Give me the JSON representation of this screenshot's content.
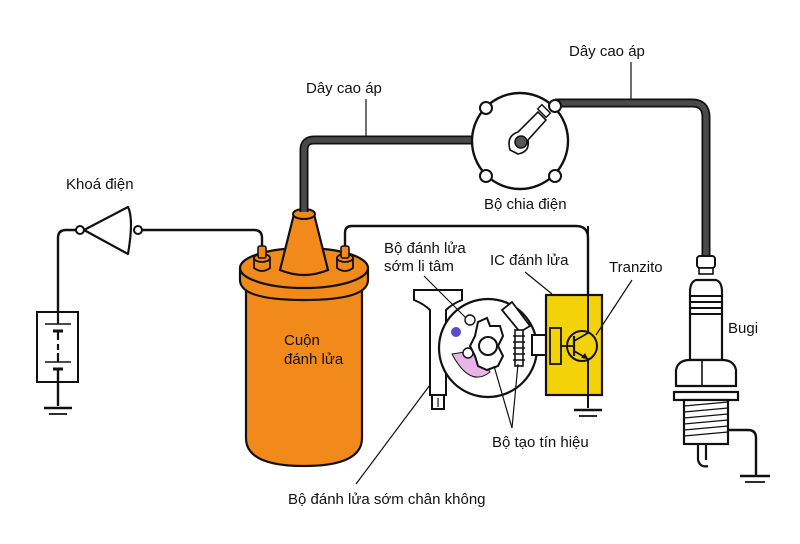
{
  "title": "Ignition system diagram (Vietnamese labels)",
  "colors": {
    "coil": "#f28a1b",
    "coil_shadow": "#d8700d",
    "ic_module": "#f3d20a",
    "hv_cable": "#4a4a4a",
    "centrifugal_weight": "#e9b4e8",
    "vacuum_spot": "#5a4bc9",
    "line": "#111111"
  },
  "labels": {
    "ignition_switch": "Khoá điện",
    "hv_wire_left": "Dây cao áp",
    "hv_wire_right": "Dây cao áp",
    "distributor": "Bộ chia điện",
    "coil_line1": "Cuộn",
    "coil_line2": "đánh lửa",
    "centrifugal_advance_line1": "Bộ đánh lửa",
    "centrifugal_advance_line2": "sớm li tâm",
    "igniter_ic": "IC đánh lửa",
    "transistor": "Tranzito",
    "spark_plug": "Bugi",
    "signal_generator": "Bộ tạo tín hiệu",
    "vacuum_advance": "Bộ đánh lửa sớm chân không"
  },
  "components": [
    {
      "name": "battery",
      "icon": "battery-icon"
    },
    {
      "name": "ignition-switch",
      "icon": "switch-icon"
    },
    {
      "name": "ignition-coil",
      "icon": "coil-icon"
    },
    {
      "name": "distributor",
      "icon": "distributor-icon"
    },
    {
      "name": "igniter-ic",
      "icon": "ic-module-icon"
    },
    {
      "name": "transistor",
      "icon": "transistor-icon"
    },
    {
      "name": "spark-plug",
      "icon": "spark-plug-icon"
    },
    {
      "name": "ground",
      "icon": "ground-icon"
    }
  ]
}
